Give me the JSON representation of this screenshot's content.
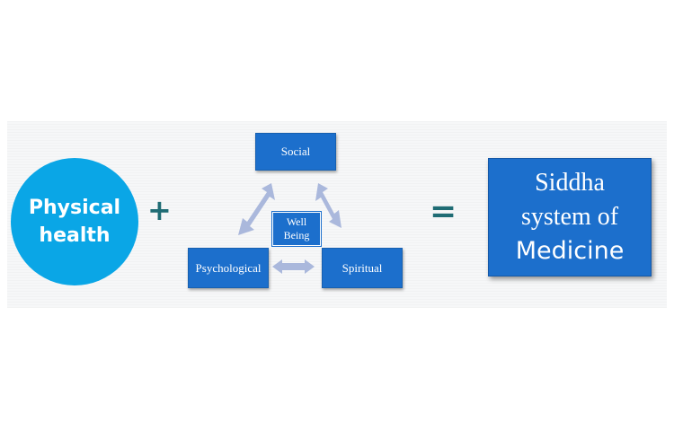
{
  "circle": {
    "line1": "Physical",
    "line2": "health"
  },
  "operators": {
    "plus": "+",
    "equals": "="
  },
  "triangle": {
    "top": "Social",
    "left": "Psychological",
    "right": "Spiritual",
    "center_line1": "Well",
    "center_line2": "Being"
  },
  "result": {
    "line1": "Siddha",
    "line2": "system of",
    "line3": "Medicine"
  },
  "colors": {
    "circle": "#0aa6e6",
    "boxes": "#1c6fcc",
    "arrows": "#aab8dc",
    "operators": "#1f6c74"
  }
}
